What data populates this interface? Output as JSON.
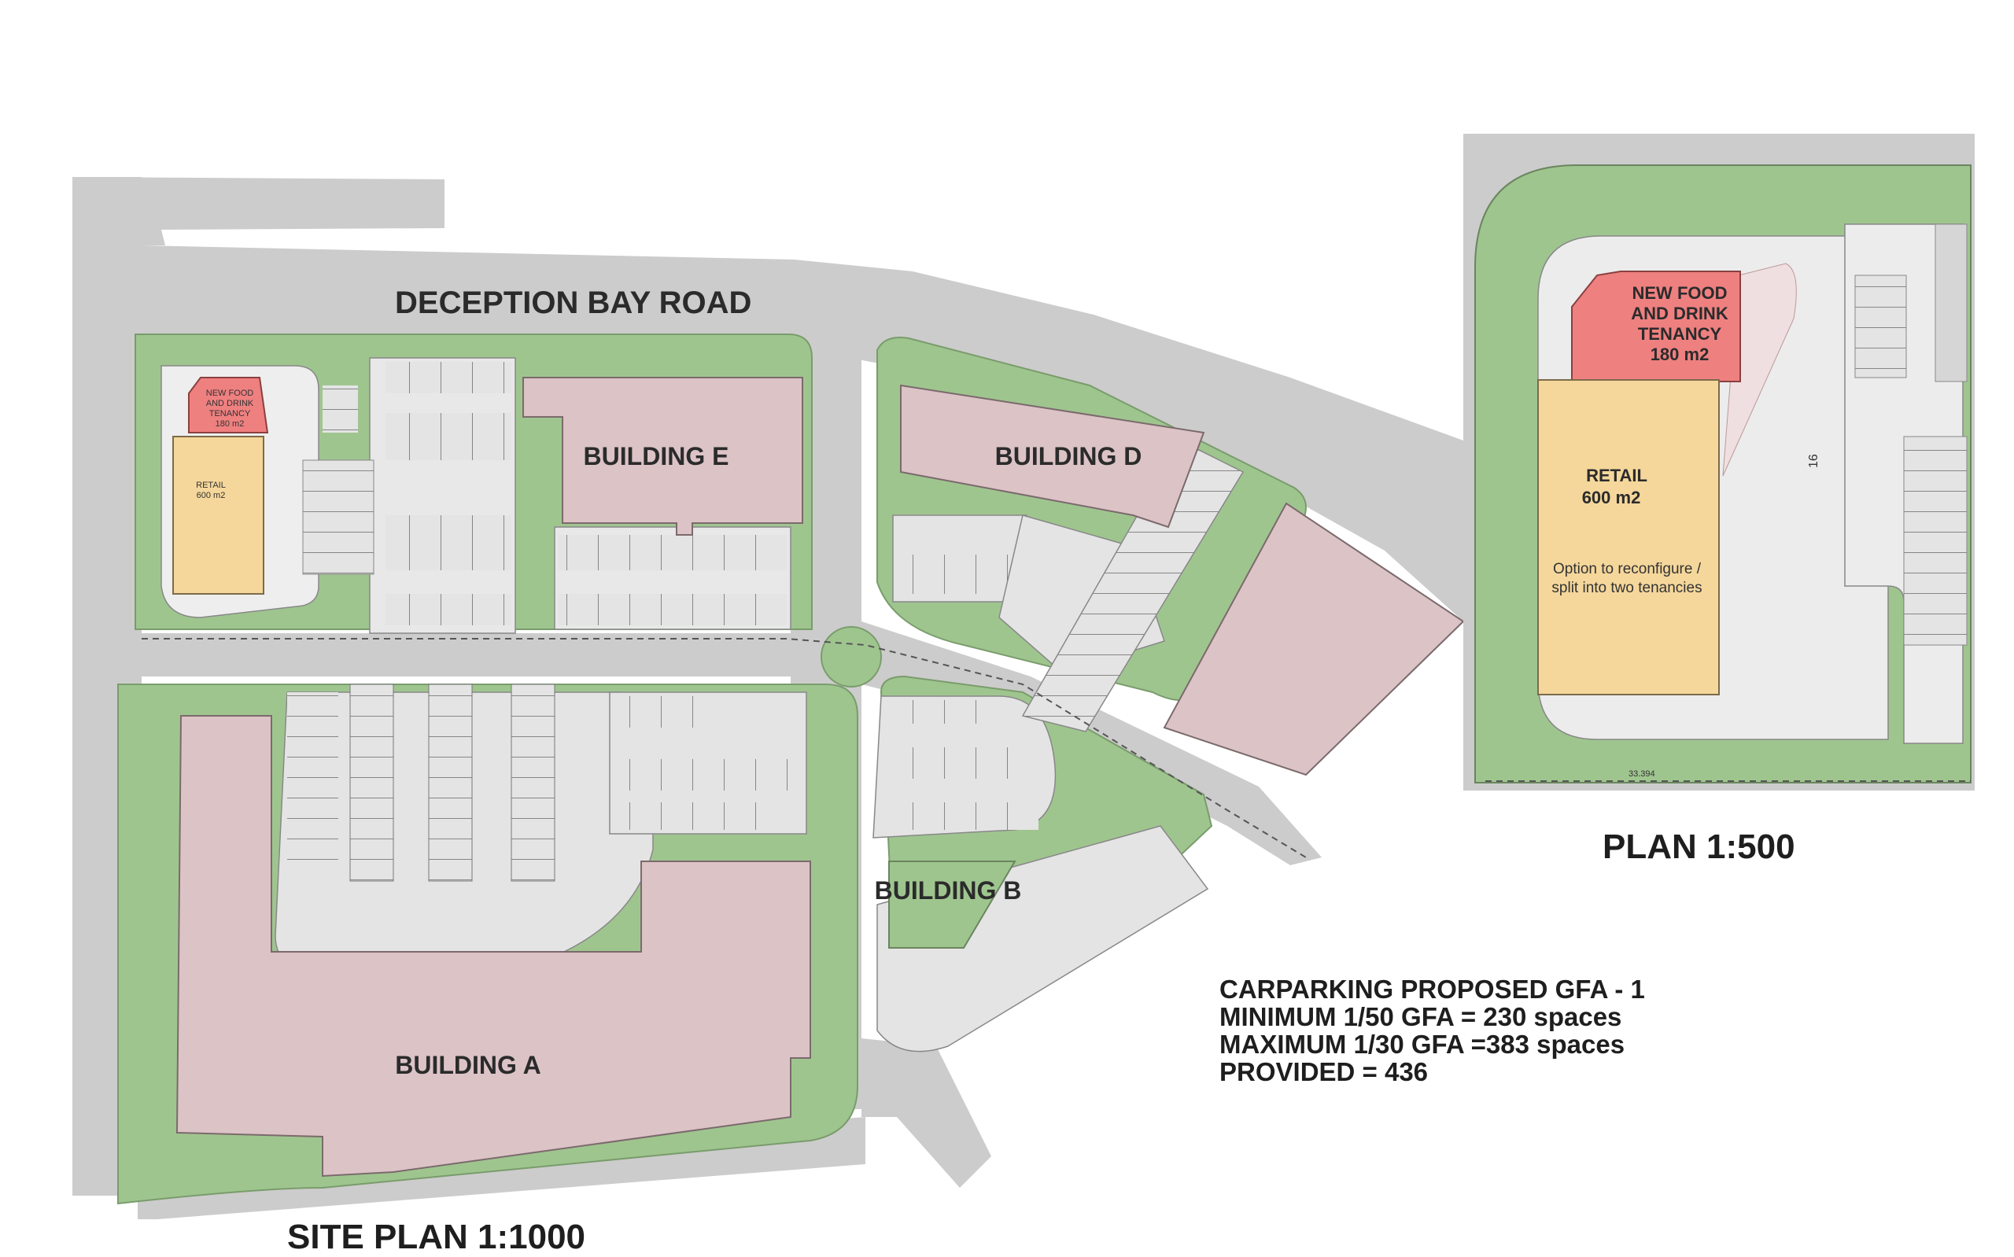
{
  "road": {
    "name": "DECEPTION BAY ROAD"
  },
  "site_plan": {
    "title": "SITE PLAN 1:1000",
    "buildings": {
      "a": "BUILDING A",
      "b": "BUILDING B",
      "d": "BUILDING D",
      "e": "BUILDING E"
    },
    "food_tenancy": [
      "NEW FOOD",
      "AND DRINK",
      "TENANCY",
      "180 m2"
    ],
    "retail": [
      "RETAIL",
      "600 m2"
    ]
  },
  "detail_plan": {
    "title": "PLAN 1:500",
    "food_tenancy": [
      "NEW FOOD",
      "AND DRINK",
      "TENANCY",
      "180 m2"
    ],
    "retail": [
      "RETAIL",
      "600 m2"
    ],
    "option_note": [
      "Option to reconfigure /",
      "split into two tenancies"
    ],
    "bay_count": "16",
    "dimension": "33.394"
  },
  "carparking": {
    "line1": "CARPARKING PROPOSED GFA - 1",
    "line2": "MINIMUM 1/50 GFA = 230 spaces",
    "line3": "MAXIMUM 1/30 GFA =383 spaces",
    "line4": "PROVIDED = 436"
  },
  "colors": {
    "road": "#cccccc",
    "landscape": "#9fc58f",
    "paving": "#e8e8e8",
    "building": "#dcc3c6",
    "retail": "#f5d79b",
    "food": "#ef8080"
  }
}
